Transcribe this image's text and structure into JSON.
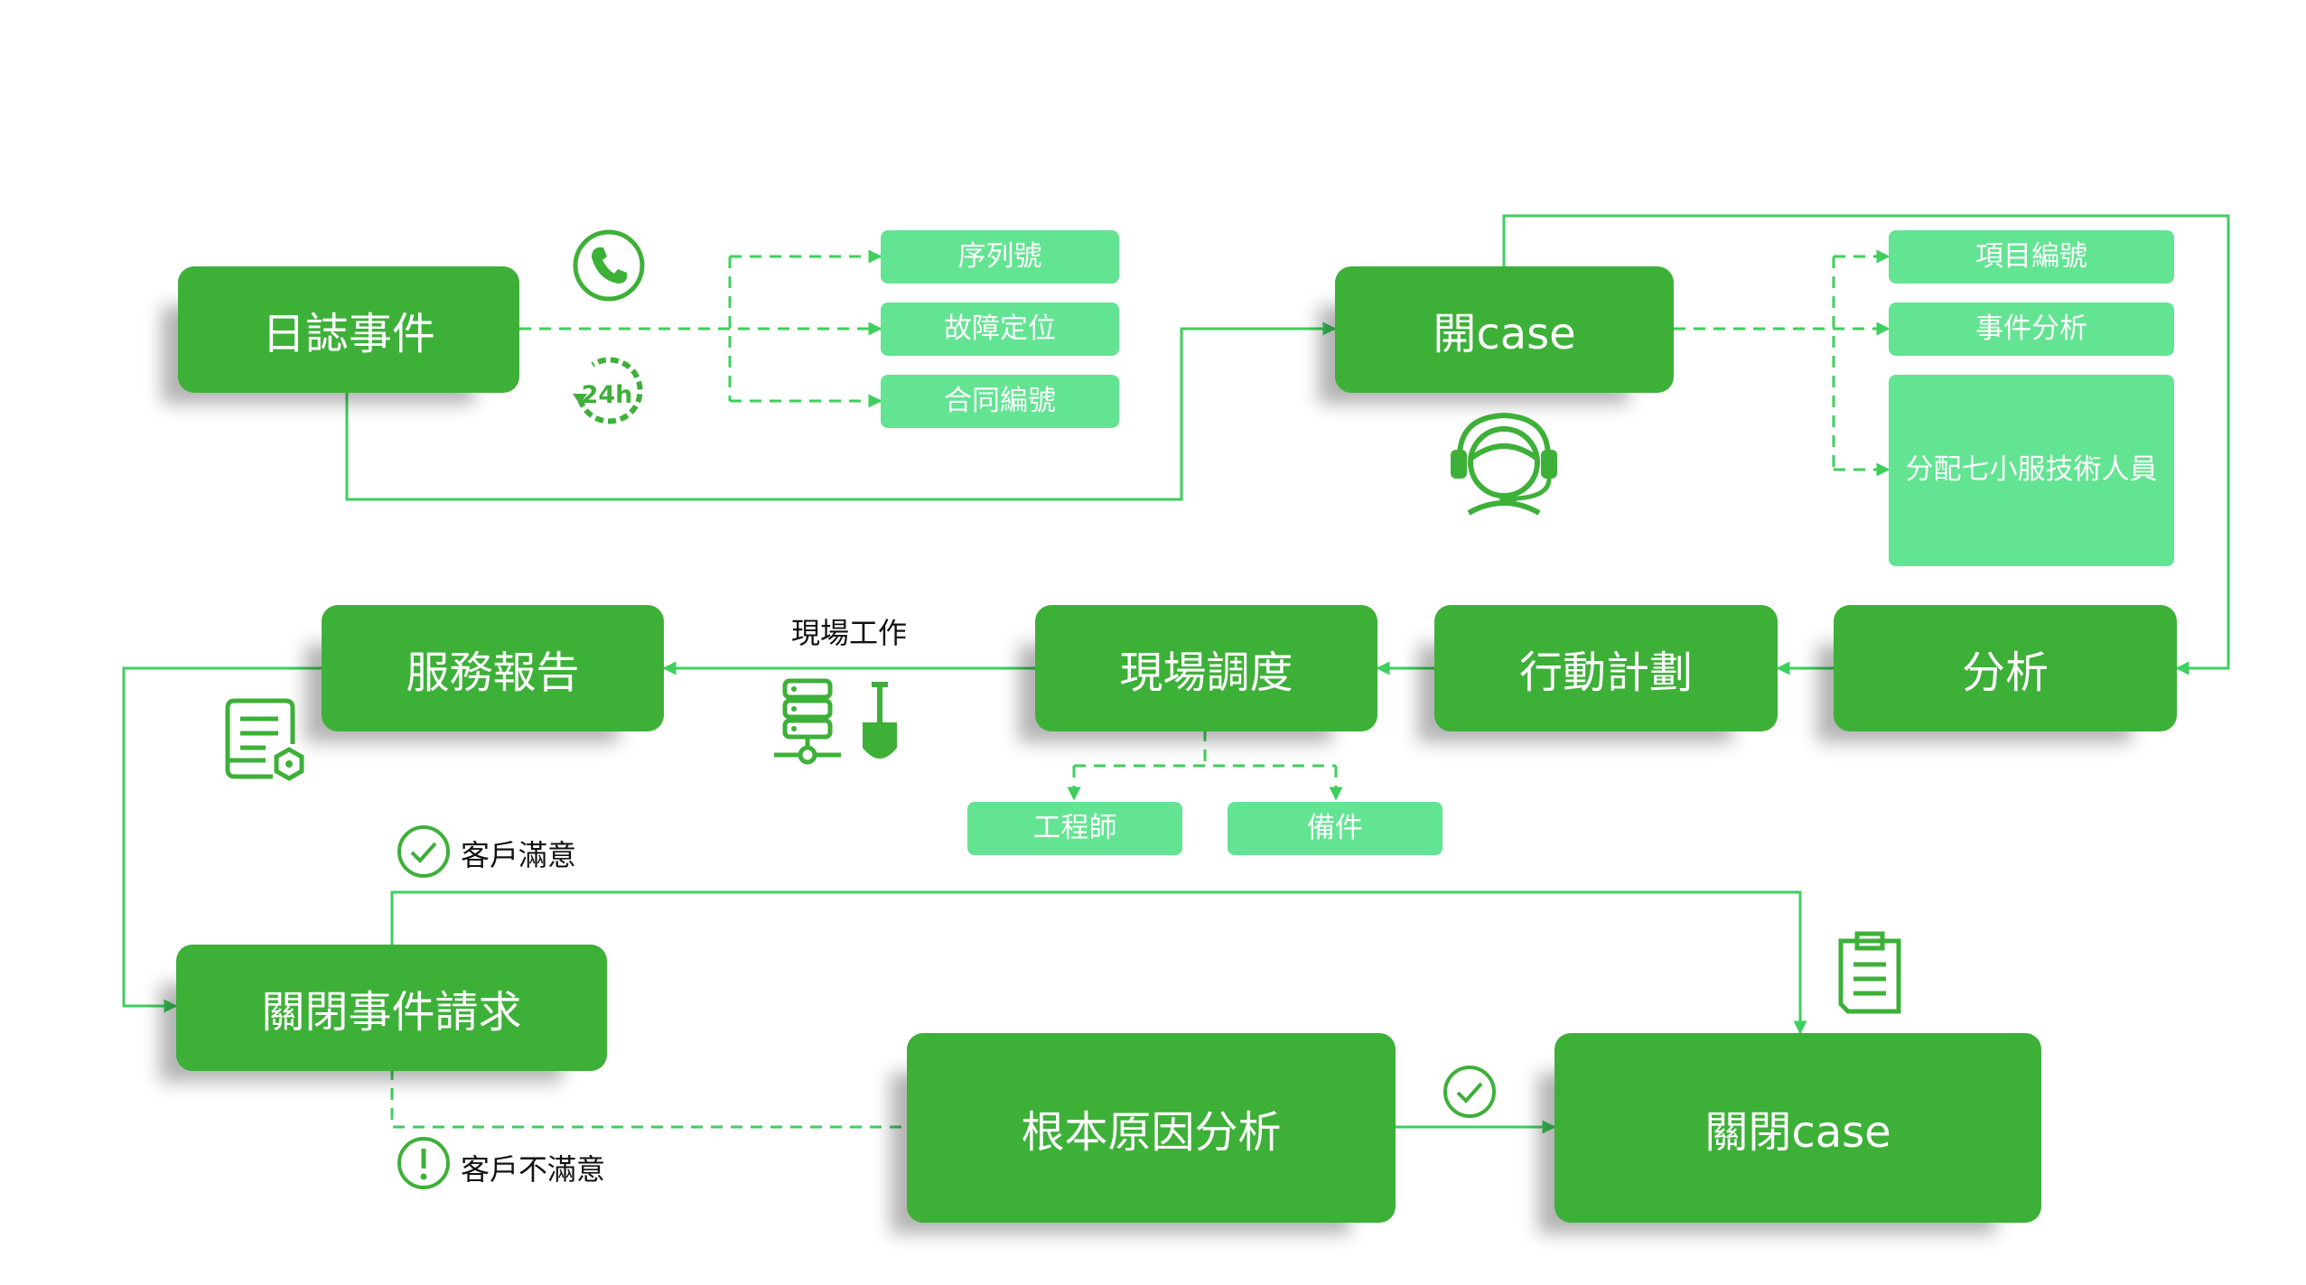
{
  "nodes": {
    "log_event": "日誌事件",
    "open_case": "開case",
    "analysis": "分析",
    "action_plan": "行動計劃",
    "field_dispatch": "現場調度",
    "service_report": "服務報告",
    "close_request": "關閉事件請求",
    "root_cause": "根本原因分析",
    "close_case": "關閉case"
  },
  "tags": {
    "serial": "序列號",
    "fault_location": "故障定位",
    "contract_no": "合同編號",
    "item_no": "項目編號",
    "event_analysis": "事件分析",
    "assign_tech": "分配七小服技術人員",
    "engineer": "工程師",
    "spare_parts": "備件"
  },
  "labels": {
    "field_work": "現場工作",
    "satisfied": "客戶滿意",
    "unsatisfied": "客戶不滿意",
    "badge_24h": "24h"
  },
  "icons": [
    "phone-icon",
    "clock-24h-icon",
    "headset-agent-icon",
    "server-shovel-icon",
    "report-document-icon",
    "check-circle-icon",
    "exclamation-circle-icon",
    "clipboard-icon"
  ],
  "colors": {
    "node_fill": "#3db038",
    "tag_fill": "#63e492",
    "connector": "#3ecf5c"
  }
}
